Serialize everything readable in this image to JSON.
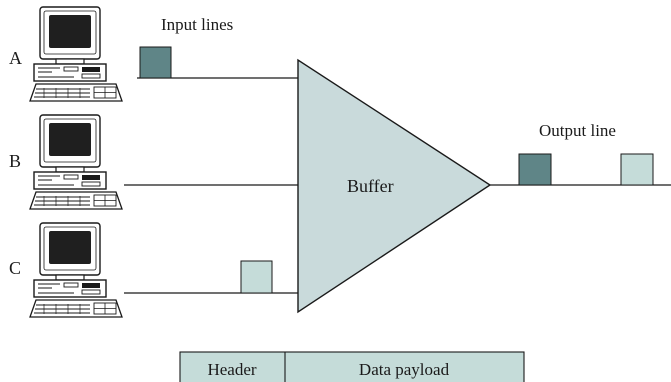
{
  "labels": {
    "input_lines": "Input lines",
    "output_line": "Output line",
    "buffer": "Buffer"
  },
  "stations": [
    {
      "letter": "A"
    },
    {
      "letter": "B"
    },
    {
      "letter": "C"
    }
  ],
  "legend": {
    "header": "Header",
    "payload": "Data payload"
  },
  "colors": {
    "packet_dark": "#5f8587",
    "packet_light": "#c5dcd9",
    "buffer_fill": "#c9dadb",
    "stroke": "#1a1a1a",
    "monitor_screen": "#1f1f1f",
    "computer_body": "#ffffff"
  }
}
